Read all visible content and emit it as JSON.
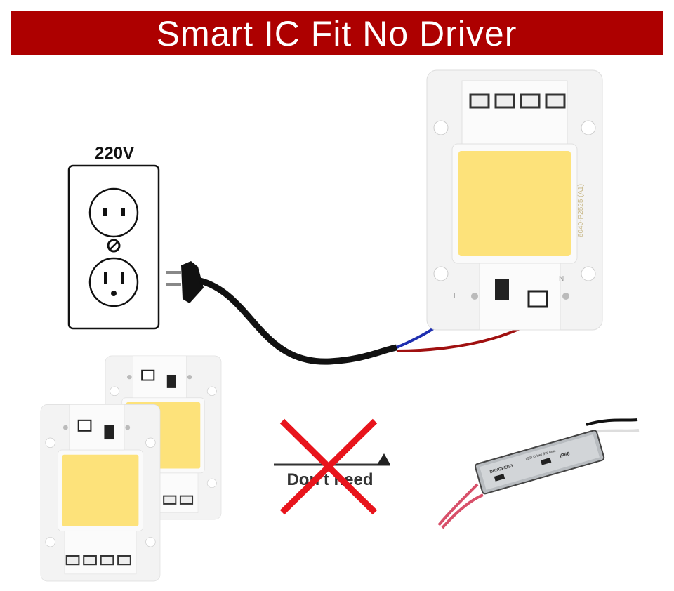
{
  "banner": {
    "title": "Smart IC Fit No Driver",
    "color": "#ad0000"
  },
  "outlet": {
    "voltage_label": "220V"
  },
  "led_chip": {
    "marking": "6040-P2525 (A1)",
    "terminal_left": "L",
    "terminal_right": "N",
    "emitter_color": "#fde27a"
  },
  "wires": {
    "left_color": "#1f2fb0",
    "right_color": "#a01010",
    "cable_color": "#111111"
  },
  "no_driver": {
    "label": "Don't need",
    "cross_color": "#e8141c"
  },
  "driver": {
    "brand": "DENGFENG",
    "rating": "LED Driver 5W max",
    "ip": "IP66"
  }
}
